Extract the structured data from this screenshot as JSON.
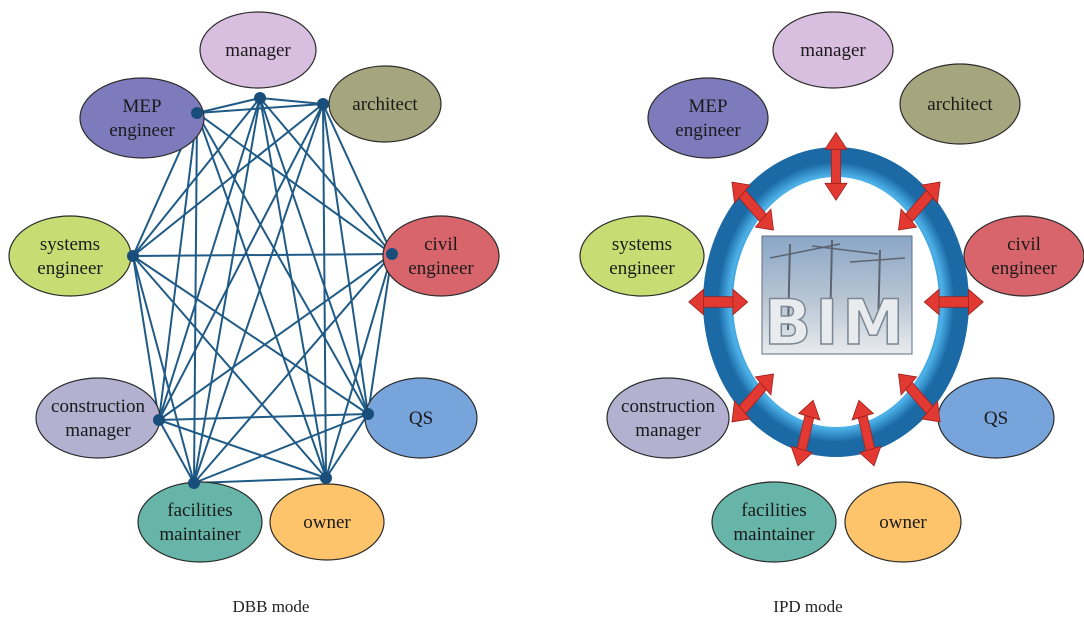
{
  "colors": {
    "manager": "#d8bfe0",
    "architect": "#a6a67e",
    "mep": "#7e7bbd",
    "systems": "#c7dd73",
    "civil": "#d8656c",
    "construction": "#b3b0d0",
    "qs": "#78a4dc",
    "facilities": "#66b5a8",
    "owner": "#fdc46c",
    "edge": "#1f5b86",
    "ring": "#3aa0d9",
    "arrow": "#e23a32"
  },
  "dbb": {
    "caption": "DBB mode",
    "nodes": {
      "manager": [
        "manager"
      ],
      "architect": [
        "architect"
      ],
      "mep": [
        "MEP",
        "engineer"
      ],
      "systems": [
        "systems",
        "engineer"
      ],
      "civil": [
        "civil",
        "engineer"
      ],
      "construction": [
        "construction",
        "manager"
      ],
      "qs": [
        "QS"
      ],
      "facilities": [
        "facilities",
        "maintainer"
      ],
      "owner": [
        "owner"
      ]
    }
  },
  "ipd": {
    "caption": "IPD mode",
    "center_text": "BIM",
    "nodes": {
      "manager": [
        "manager"
      ],
      "architect": [
        "architect"
      ],
      "mep": [
        "MEP",
        "engineer"
      ],
      "systems": [
        "systems",
        "engineer"
      ],
      "civil": [
        "civil",
        "engineer"
      ],
      "construction": [
        "construction",
        "manager"
      ],
      "qs": [
        "QS"
      ],
      "facilities": [
        "facilities",
        "maintainer"
      ],
      "owner": [
        "owner"
      ]
    }
  }
}
